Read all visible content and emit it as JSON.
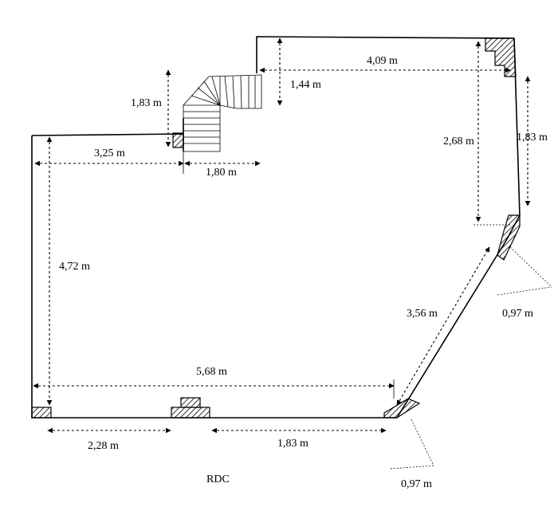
{
  "floor_label": "RDC",
  "dimensions": {
    "top_wall": "4,09 m",
    "notch_height": "1,44 m",
    "stair_height": "1,83 m",
    "top_left_width": "3,25 m",
    "stair_width": "1,80 m",
    "right_inner": "2,68 m",
    "right_outer": "1,83 m",
    "left_wall": "4,72 m",
    "bottom_width": "5,68 m",
    "diagonal": "3,56 m",
    "corner_upper": "0,97 m",
    "corner_lower": "0,97 m",
    "bottom_left_segment": "2,28 m",
    "bottom_right_segment": "1,83 m"
  }
}
